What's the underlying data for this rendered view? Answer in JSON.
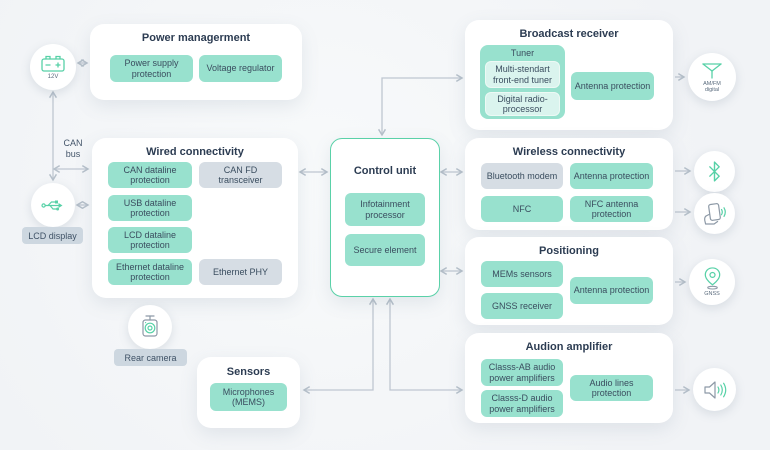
{
  "sections": {
    "power": {
      "title": "Power managerment",
      "items": [
        "Power supply protection",
        "Voltage regulator"
      ]
    },
    "wired": {
      "title": "Wired connectivity",
      "items": [
        "CAN dataline protection",
        "CAN FD transceiver",
        "USB dataline protection",
        "LCD dataline protection",
        "Ethernet dataline protection",
        "Ethernet PHY"
      ]
    },
    "control": {
      "title": "Control unit",
      "items": [
        "Infotainment processor",
        "Secure element"
      ]
    },
    "broadcast": {
      "title": "Broadcast receiver",
      "tuner_label": "Tuner",
      "tuner_items": [
        "Multi-stendart front-end tuner",
        "Digital radio-processor"
      ],
      "items": [
        "Antenna protection"
      ]
    },
    "wireless": {
      "title": "Wireless connectivity",
      "items": [
        "Bluetooth modem",
        "Antenna protection",
        "NFC",
        "NFC antenna protection"
      ]
    },
    "positioning": {
      "title": "Positioning",
      "items": [
        "MEMs sensors",
        "GNSS receiver",
        "Antenna protection"
      ]
    },
    "audio": {
      "title": "Audion amplifier",
      "items": [
        "Classs-AB audio power amplifiers",
        "Classs-D audio power amplifiers",
        "Audio lines protection"
      ]
    },
    "sensors": {
      "title": "Sensors",
      "items": [
        "Microphones (MEMS)"
      ]
    }
  },
  "peripherals": {
    "battery_label": "12V",
    "can_bus_label": "CAN bus",
    "lcd_display_label": "LCD display",
    "rear_camera_label": "Rear camera",
    "amfm_label": "AM/FM digital",
    "gnss_label": "GNSS"
  },
  "colors": {
    "block_green": "#98e1ce",
    "block_light_green": "#daf4ee",
    "block_gray": "#d6dde4",
    "accent_border": "#5ad1a8",
    "icon_green": "#57d1a7",
    "icon_gray": "#8d99a6",
    "connector": "#b6c0ca",
    "title_text": "#2c3c52",
    "body_text": "#3a4d5f",
    "pill_bg": "#cdd7e0",
    "canvas_bg": "#f2f4f6"
  }
}
